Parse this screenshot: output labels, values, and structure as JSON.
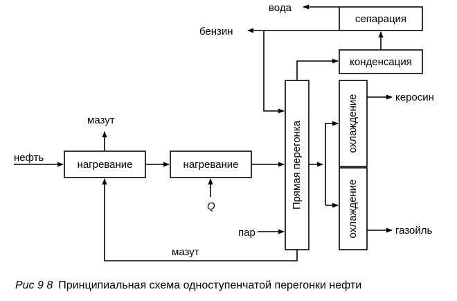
{
  "blocks": {
    "heating_1": "нагревание",
    "heating_2": "нагревание",
    "distillation": "Прямая перегонка",
    "condensation": "конденсация",
    "separation": "сепарация",
    "cooling_top": "охлаждение",
    "cooling_bottom": "охлаждение"
  },
  "streams": {
    "water": "вода",
    "gasoline": "бензин",
    "fuel_oil_top": "мазут",
    "crude_oil": "нефть",
    "heat": "Q",
    "steam": "пар",
    "fuel_oil_bottom": "мазут",
    "kerosene": "керосин",
    "gas_oil": "газойль"
  },
  "caption": {
    "prefix": "Рис  9 8",
    "text": "Принципиальная схема одноступенчатой перегонки нефти"
  }
}
